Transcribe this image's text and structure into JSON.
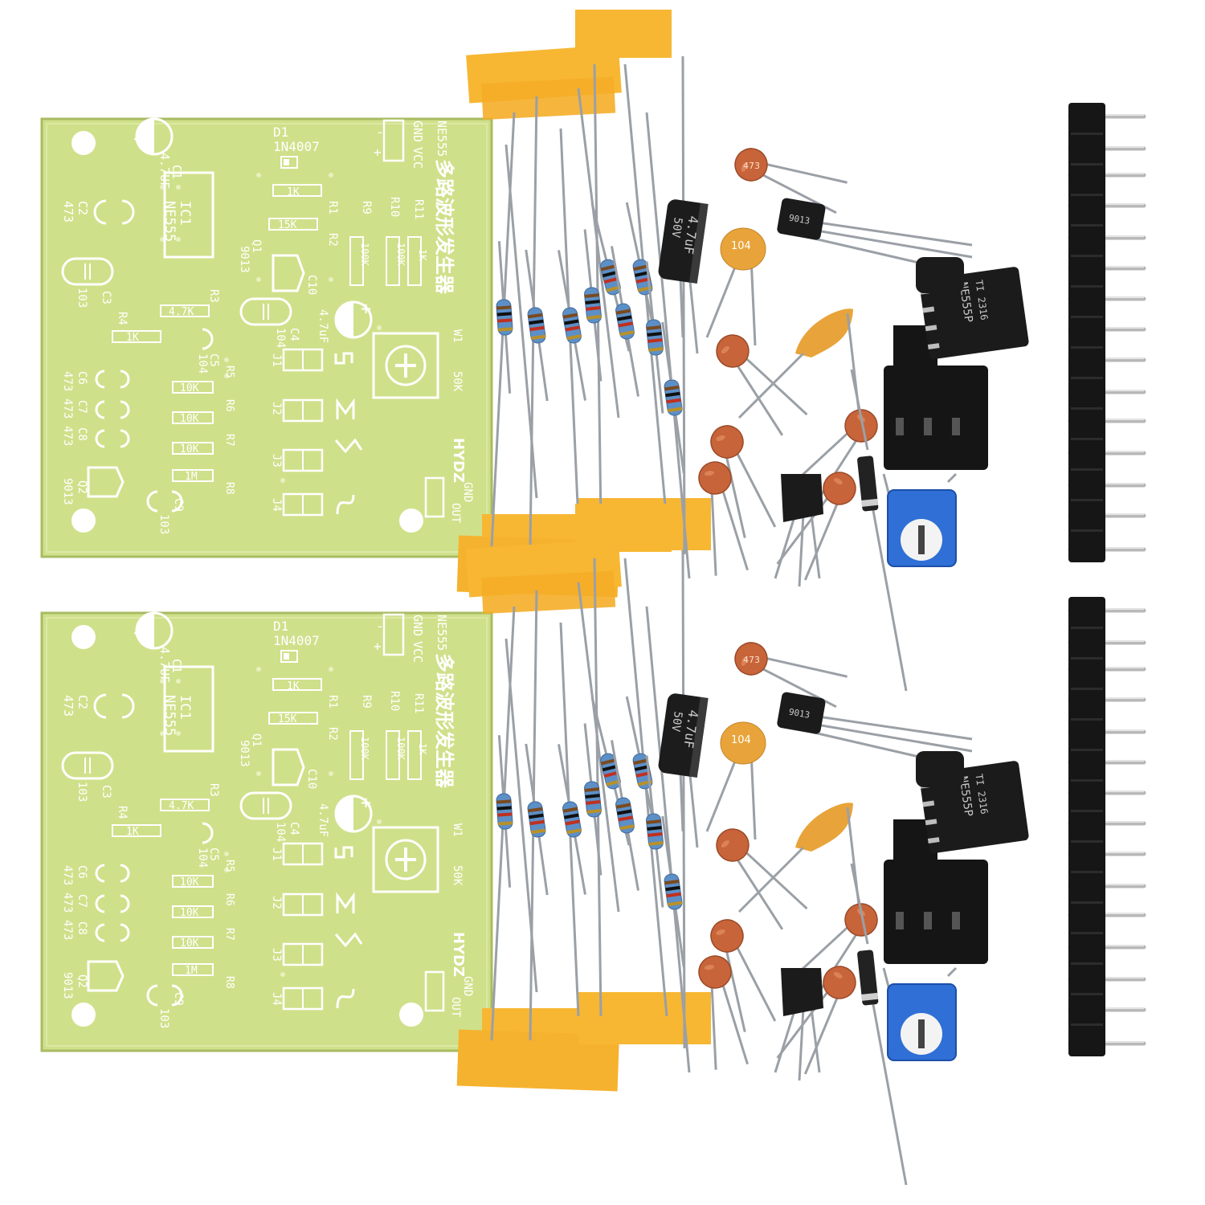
{
  "colors": {
    "background": "#ffffff",
    "pcb": "#cfe08a",
    "pcb_edge": "#a8bb62",
    "silkscreen": "#ffffff",
    "tape": "#f7b733",
    "lead": "#9aa0a6",
    "resistor_body": "#5d8fc7",
    "ceramic_cap": "#c8643a",
    "mono_cap": "#e8a43a",
    "chip": "#1b1b1b",
    "trimpot": "#2f6fd6"
  },
  "pcb": {
    "title_cn": "多路波形发生器",
    "ne555_label": "NE555",
    "brand": "HYDZ",
    "c1": "C1",
    "c1_val": "4.7UF",
    "d1": "D1",
    "d1_val": "1N4007",
    "ic1": "IC1",
    "ic1_val": "NE555",
    "gnd": "GND",
    "vcc": "VCC",
    "minus": "-",
    "plus": "+",
    "c2": "C2",
    "c2_val": "473",
    "r1": "R1",
    "r1_val": "1K",
    "r2": "R2",
    "r2_val": "15K",
    "r9": "R9",
    "r10": "R10",
    "r11": "R11",
    "r9_val": "100K",
    "r10_val": "100K",
    "r11_val": "1K",
    "c3": "C3",
    "c3_val": "103",
    "q1": "Q1",
    "q1_val": "9013",
    "r3": "R3",
    "r3_val": "4.7K",
    "r4": "R4",
    "r4_val": "1K",
    "c10": "C10",
    "c10_val": "4.7uF",
    "c4": "C4",
    "c4_val": "104",
    "c5": "C5",
    "c5_val": "104",
    "w1": "W1",
    "w1_val": "50K",
    "j1": "J1",
    "j2": "J2",
    "j3": "J3",
    "j4": "J4",
    "c6": "C6",
    "c7": "C7",
    "c8": "C8",
    "c6_val": "473",
    "c7_val": "473",
    "c8_val": "473",
    "r5": "R5",
    "r6": "R6",
    "r7": "R7",
    "r8": "R8",
    "r5_val": "10K",
    "r6_val": "10K",
    "r7_val": "10K",
    "r8_val": "1M",
    "q2": "Q2",
    "q2_val": "9013",
    "c9": "C9",
    "c9_val": "103",
    "out": "OUT",
    "gnd2": "GND"
  },
  "parts": {
    "electrolytic": "4.7uF",
    "electrolytic_v": "50V",
    "mono_cap": "104",
    "ceramic": "473",
    "transistor": "9013",
    "chip_top": "NE555P",
    "chip_bottom": "TI 2316"
  }
}
